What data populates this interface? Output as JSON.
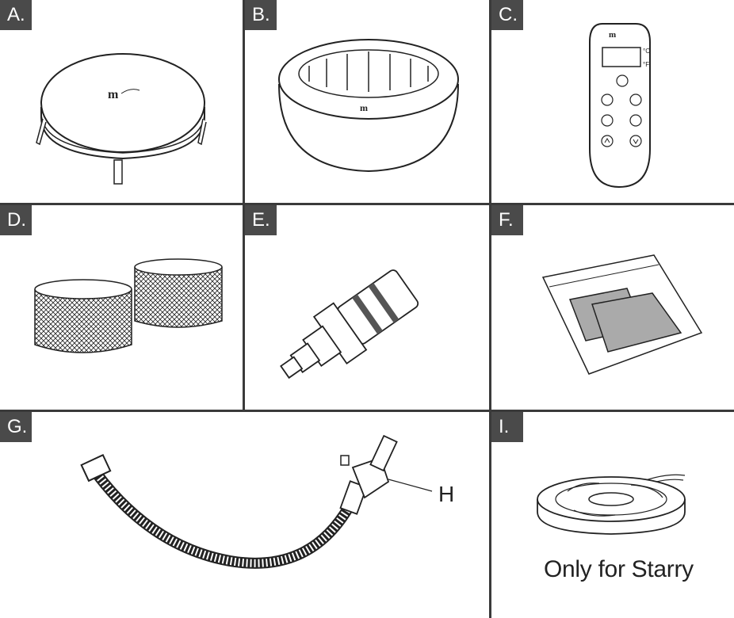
{
  "panels": [
    {
      "letter": "A.",
      "item": "spa-cover"
    },
    {
      "letter": "B.",
      "item": "spa-tub"
    },
    {
      "letter": "C.",
      "item": "remote-control"
    },
    {
      "letter": "D.",
      "item": "filter-cartridges"
    },
    {
      "letter": "E.",
      "item": "connector"
    },
    {
      "letter": "F.",
      "item": "repair-patches"
    },
    {
      "letter": "G.",
      "item": "hose"
    },
    {
      "letter": "I.",
      "item": "led-light-strip"
    }
  ],
  "callouts": {
    "h_label": "H"
  },
  "remote": {
    "unit_c": "°C",
    "unit_f": "°F"
  },
  "note": {
    "starry": "Only for Starry"
  }
}
